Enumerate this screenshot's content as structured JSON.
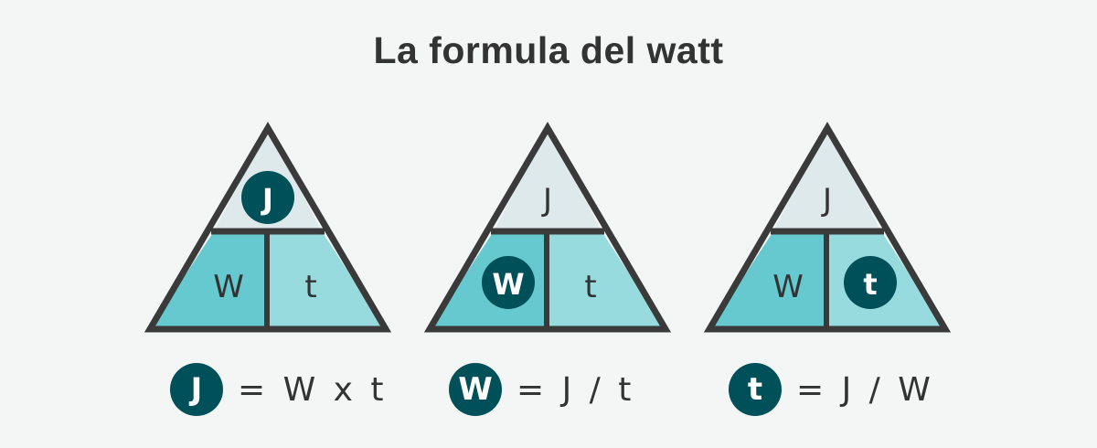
{
  "title": "La formula del watt",
  "colors": {
    "background": "#f4f6f6",
    "top_cell": "#dde9ea",
    "left_cell": "#66c9cf",
    "right_cell": "#98dbdf",
    "outline": "#3a3a3a",
    "highlight_circle": "#00505a",
    "text": "#333333"
  },
  "triangles": [
    {
      "top": "J",
      "left": "W",
      "right": "t",
      "highlighted": "top"
    },
    {
      "top": "J",
      "left": "W",
      "right": "t",
      "highlighted": "left"
    },
    {
      "top": "J",
      "left": "W",
      "right": "t",
      "highlighted": "right"
    }
  ],
  "formulas": [
    {
      "symbol": "J",
      "expression": "= W x t"
    },
    {
      "symbol": "W",
      "expression": "= J / t"
    },
    {
      "symbol": "t",
      "expression": "= J / W"
    }
  ]
}
